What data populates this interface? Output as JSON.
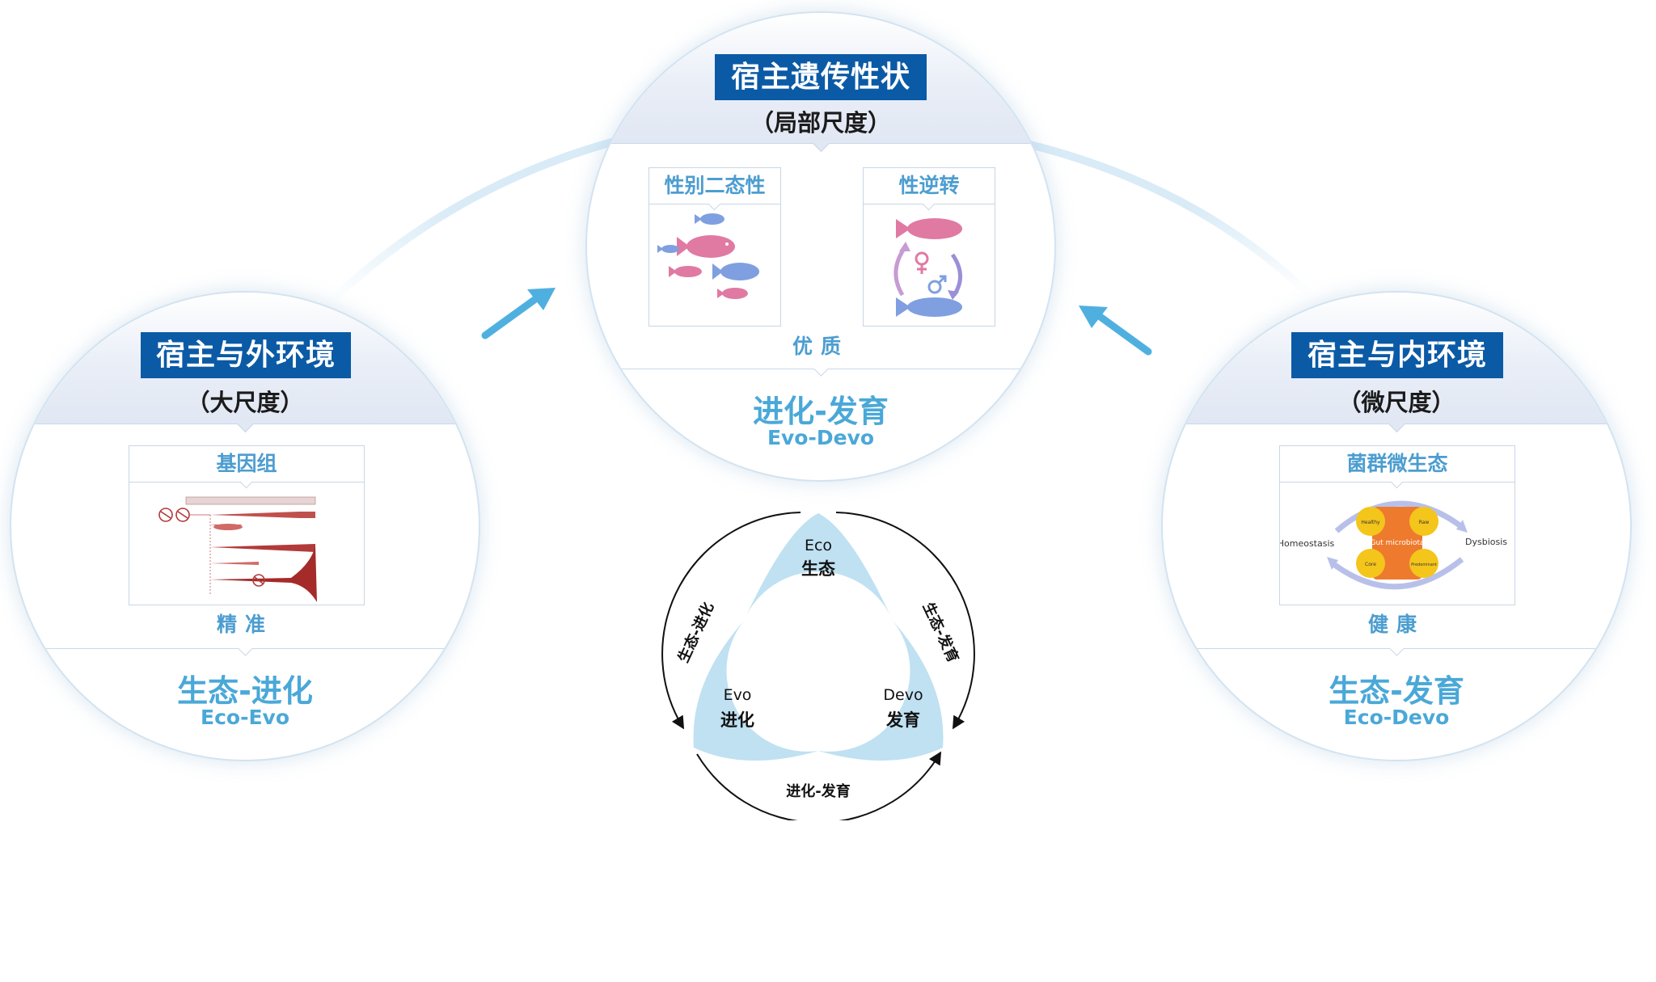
{
  "top": {
    "title": "宿主遗传性状",
    "scale": "（局部尺度）",
    "panel_left": "性别二态性",
    "panel_right": "性逆转",
    "quality": "优质",
    "zh": "进化-发育",
    "en": "Evo-Devo"
  },
  "left": {
    "title": "宿主与外环境",
    "scale": "（大尺度）",
    "panel": "基因组",
    "quality": "精准",
    "zh": "生态-进化",
    "en": "Eco-Evo"
  },
  "right": {
    "title": "宿主与内环境",
    "scale": "（微尺度）",
    "panel": "菌群微生态",
    "quality": "健康",
    "zh": "生态-发育",
    "en": "Eco-Devo",
    "figure": {
      "center": "Gut microbiota",
      "left": "Homeostasis",
      "right": "Dysbiosis",
      "nodes": [
        "Healthy",
        "Raw",
        "Core",
        "Predominant"
      ]
    }
  },
  "triad": {
    "eco_en": "Eco",
    "eco_zh": "生态",
    "evo_en": "Evo",
    "evo_zh": "进化",
    "devo_en": "Devo",
    "devo_zh": "发育",
    "arc_left": "生态-进化",
    "arc_right": "生态-发育",
    "arc_bottom": "进化-发育"
  },
  "colors": {
    "title_bg": "#0b5aa6",
    "accent": "#4aa8d8",
    "arrow": "#4fb0e0",
    "petal": "#bfe1f2",
    "fish_pink": "#e07aa3",
    "fish_blue": "#7f9fe0",
    "genome_red": "#b33a3a",
    "microbe_orange": "#ee7a2e",
    "microbe_yellow": "#f4c51b",
    "cycle_lavender": "#b8c0ea"
  }
}
